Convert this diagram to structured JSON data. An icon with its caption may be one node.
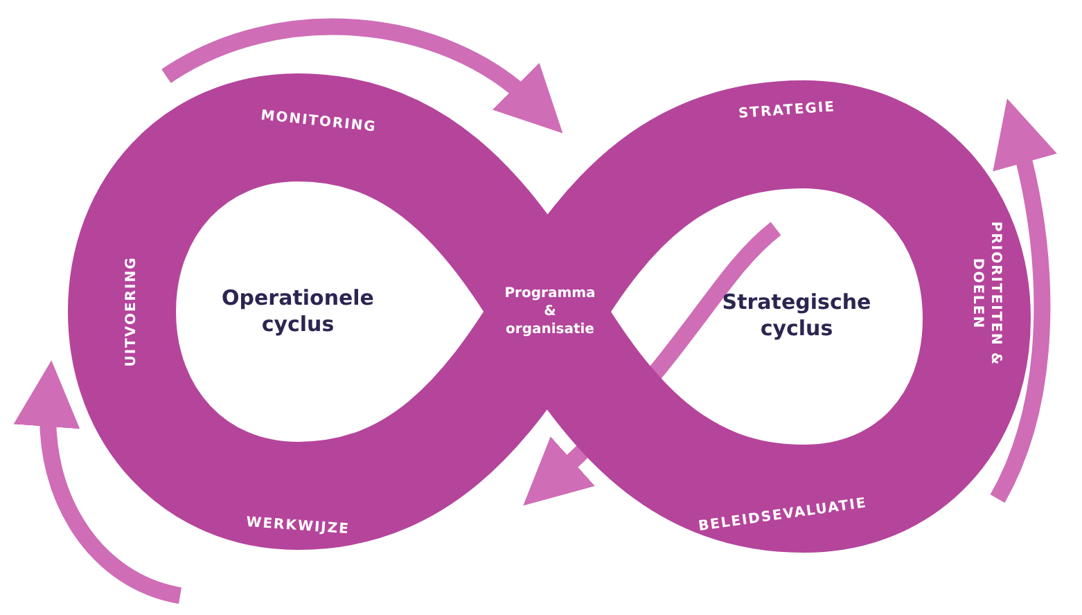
{
  "diagram": {
    "nodes": [
      {
        "text": [
          "MONITORING",
          "STRATEGIE",
          "UITVOERING",
          "Programma & organisatie",
          "PRIORITEITEN & DOELEN",
          "WERKWIJZE",
          "BELEIDSEVALUATIE"
        ]
      }
    ],
    "labels": [
      "Operationele cyclus",
      "Strategische cyclus"
    ]
  }
}
